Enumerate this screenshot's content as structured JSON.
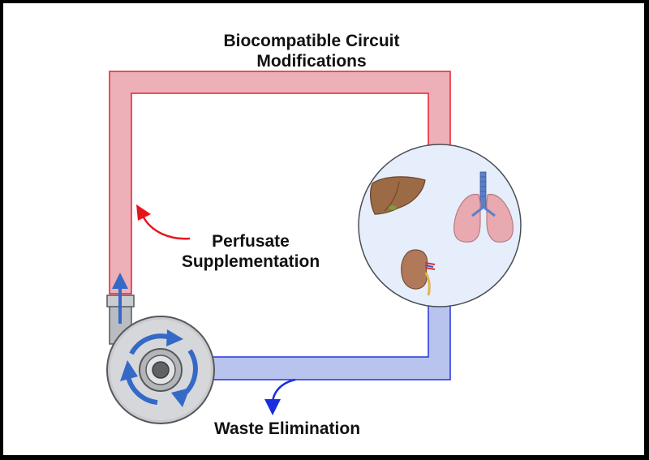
{
  "labels": {
    "circuit_title_line1": "Biocompatible Circuit",
    "circuit_title_line2": "Modifications",
    "perfusate_line1": "Perfusate",
    "perfusate_line2": "Supplementation",
    "waste": "Waste Elimination"
  },
  "icons": [
    "liver-icon",
    "lungs-icon",
    "kidney-icon",
    "pump-icon"
  ],
  "colors": {
    "oxygenated_tube_fill": "#eeb0b8",
    "oxygenated_tube_stroke": "#e5202e",
    "deoxygenated_tube_fill": "#b8c4ee",
    "deoxygenated_tube_stroke": "#2433e0",
    "perfusate_arrow": "#e8141c",
    "waste_arrow": "#1a2ee0",
    "pump_arrows": "#3569c8",
    "organ_chamber_fill": "#e5eefa"
  }
}
